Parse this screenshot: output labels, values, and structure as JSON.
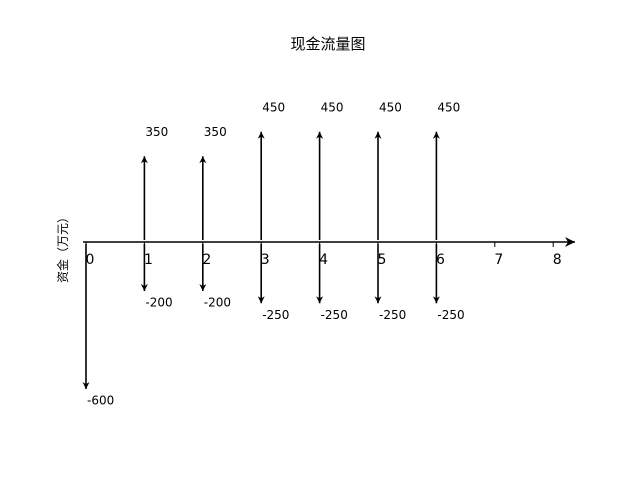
{
  "chart_data": {
    "type": "bar",
    "title": "现金流量图",
    "xlabel": "",
    "ylabel": "资金（万元）",
    "x_ticks": [
      "0",
      "1",
      "2",
      "3",
      "4",
      "5",
      "6",
      "7",
      "8"
    ],
    "xlim": [
      0,
      8
    ],
    "ylim": [
      -600,
      450
    ],
    "grid": false,
    "series": [
      {
        "values": [
          {
            "x": 1,
            "y": 350,
            "label": "350"
          },
          {
            "x": 2,
            "y": 350,
            "label": "350"
          },
          {
            "x": 3,
            "y": 450,
            "label": "450"
          },
          {
            "x": 4,
            "y": 450,
            "label": "450"
          },
          {
            "x": 5,
            "y": 450,
            "label": "450"
          },
          {
            "x": 6,
            "y": 450,
            "label": "450"
          }
        ]
      },
      {
        "values": [
          {
            "x": 0,
            "y": -600,
            "label": "-600"
          },
          {
            "x": 1,
            "y": -200,
            "label": "-200"
          },
          {
            "x": 2,
            "y": -200,
            "label": "-200"
          },
          {
            "x": 3,
            "y": -250,
            "label": "-250"
          },
          {
            "x": 4,
            "y": -250,
            "label": "-250"
          },
          {
            "x": 5,
            "y": -250,
            "label": "-250"
          },
          {
            "x": 6,
            "y": -250,
            "label": "-250"
          }
        ]
      }
    ]
  }
}
